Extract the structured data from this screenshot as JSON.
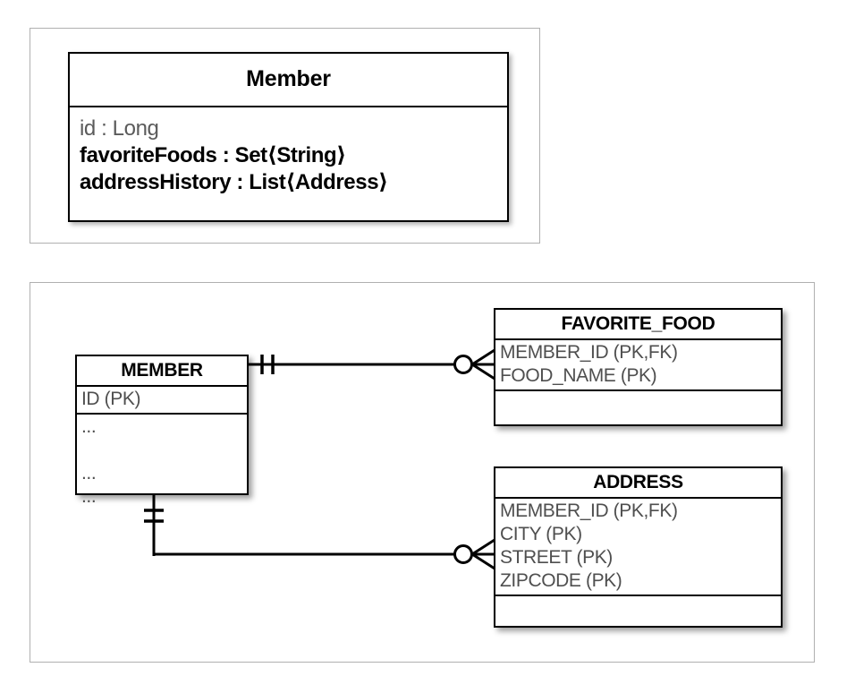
{
  "diagram": {
    "title_hidden": "",
    "colors": {
      "line": "#000000",
      "panel_border": "#b0b0b0",
      "field_text": "#4f4f4f",
      "muted_text": "#5b5b5b",
      "background": "#ffffff"
    }
  },
  "uml_panel": {
    "class_box": {
      "name": "Member",
      "attributes": [
        {
          "text": "id : Long",
          "style": "muted"
        },
        {
          "text": "favoriteFoods : Set⟨String⟩",
          "style": "strong"
        },
        {
          "text": "addressHistory : List⟨Address⟩",
          "style": "strong"
        }
      ]
    }
  },
  "erd_panel": {
    "tables": [
      {
        "name": "MEMBER",
        "fields": [
          "ID (PK)"
        ],
        "extra_rows": [
          "...",
          "",
          "...",
          "..."
        ],
        "has_empty_section": false
      },
      {
        "name": "FAVORITE_FOOD",
        "fields": [
          "MEMBER_ID (PK,FK)",
          "FOOD_NAME (PK)"
        ],
        "extra_rows": [],
        "has_empty_section": true
      },
      {
        "name": "ADDRESS",
        "fields": [
          "MEMBER_ID (PK,FK)",
          "CITY (PK)",
          "STREET (PK)",
          "ZIPCODE (PK)"
        ],
        "extra_rows": [],
        "has_empty_section": true
      }
    ],
    "relationships": [
      {
        "from": "MEMBER",
        "to": "FAVORITE_FOOD",
        "from_cardinality": "one-and-only-one",
        "to_cardinality": "zero-or-many"
      },
      {
        "from": "MEMBER",
        "to": "ADDRESS",
        "from_cardinality": "one-and-only-one",
        "to_cardinality": "zero-or-many"
      }
    ]
  }
}
